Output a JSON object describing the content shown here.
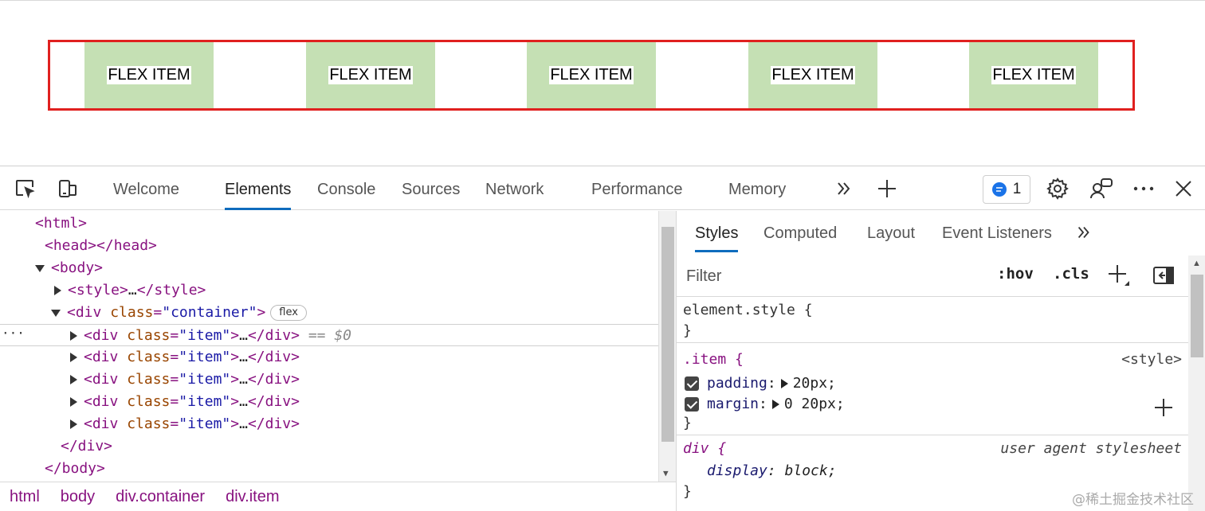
{
  "preview": {
    "items": [
      "FLEX ITEM",
      "FLEX ITEM",
      "FLEX ITEM",
      "FLEX ITEM",
      "FLEX ITEM"
    ]
  },
  "toolbar": {
    "tabs": [
      "Welcome",
      "Elements",
      "Console",
      "Sources",
      "Network",
      "Performance",
      "Memory"
    ],
    "issues_count": "1"
  },
  "dom": {
    "html_open": "<html>",
    "head": "<head></head>",
    "body_open": "<body>",
    "style_open": "<style>",
    "style_ellipsis": "…",
    "style_close": "</style>",
    "div_open_start": "<div",
    "class_attr": "class",
    "eq": "=",
    "container_value": "\"container\"",
    "gt": ">",
    "flex_badge": "flex",
    "item_value": "\"item\"",
    "item_ellipsis": "…",
    "div_close": "</div>",
    "selected_marker": "== $0",
    "body_close": "</body>",
    "dots": "···"
  },
  "breadcrumb": [
    "html",
    "body",
    "div.container",
    "div.item"
  ],
  "styles": {
    "tabs": [
      "Styles",
      "Computed",
      "Layout",
      "Event Listeners"
    ],
    "filter_placeholder": "Filter",
    "hov": ":hov",
    "cls": ".cls",
    "element_style_selector": "element.style {",
    "close_brace": "}",
    "item_selector": ".item {",
    "item_source": "<style>",
    "padding_name": "padding",
    "padding_value": "20px;",
    "margin_name": "margin",
    "margin_value": "0 20px;",
    "colon": ":",
    "div_selector": "div {",
    "ua_label": "user agent stylesheet",
    "display_name": "display",
    "display_value": "block;"
  },
  "watermark": "@稀土掘金技术社区"
}
